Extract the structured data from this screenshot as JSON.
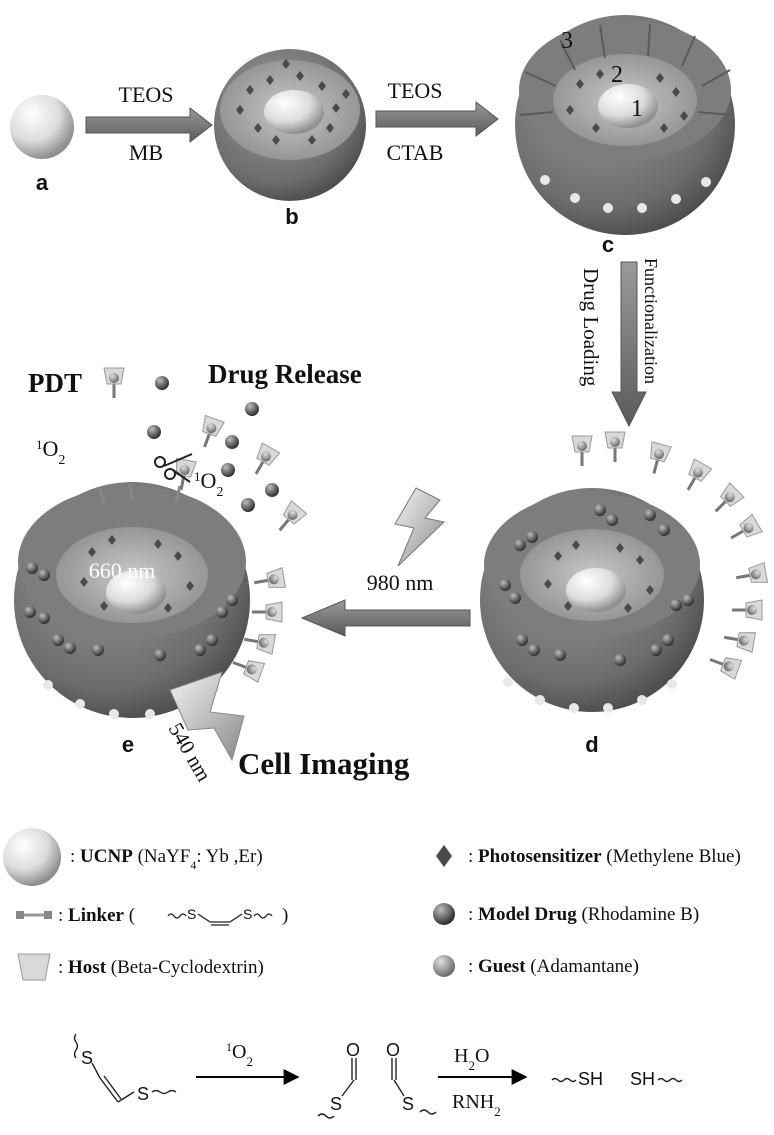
{
  "steps": {
    "a": "a",
    "b": "b",
    "c": "c",
    "d": "d",
    "e": "e"
  },
  "arrows": {
    "ab_top": "TEOS",
    "ab_bottom": "MB",
    "bc_top": "TEOS",
    "bc_bottom": "CTAB",
    "cd_left": "Drug Loading",
    "cd_right": "Functionalization",
    "de_label": "980 nm"
  },
  "layers": {
    "one": "1",
    "two": "2",
    "three": "3"
  },
  "panel_e": {
    "pdt": "PDT",
    "drug_release": "Drug Release",
    "singlet_oxygen": "O",
    "singlet_sup": "1",
    "singlet_sub": "2",
    "emission_660": "660 nm",
    "emission_540": "540 nm",
    "cell_imaging": "Cell Imaging"
  },
  "legend": {
    "ucnp": {
      "name": "UCNP",
      "detail_pre": "(NaYF",
      "detail_sub": "4",
      "detail_post": ": Yb ,Er)"
    },
    "linker": {
      "name": "Linker",
      "detail_open": "(",
      "detail_s1": "S",
      "detail_s2": "S",
      "detail_close": ")"
    },
    "host": {
      "name": "Host",
      "detail": "(Beta-Cyclodextrin)"
    },
    "photosensitizer": {
      "name": "Photosensitizer",
      "detail": "(Methylene Blue)"
    },
    "model_drug": {
      "name": "Model Drug",
      "detail": "(Rhodamine B)"
    },
    "guest": {
      "name": "Guest",
      "detail": "(Adamantane)"
    },
    "colon": ":"
  },
  "reaction": {
    "reagent1_sup": "1",
    "reagent1": "O",
    "reagent1_sub": "2",
    "reagent2_top": "H",
    "reagent2_top_sub": "2",
    "reagent2_top_end": "O",
    "reagent2_bottom": "RNH",
    "reagent2_bottom_sub": "2",
    "s": "S",
    "o": "O",
    "product1": "SH",
    "product2": "SH"
  },
  "colors": {
    "shell_dark": "#5e5e5e",
    "shell_mid": "#8a8a8a",
    "shell_light": "#b5b5b5",
    "core": "#f2f2f2",
    "arrow": "#7a7a7a"
  }
}
